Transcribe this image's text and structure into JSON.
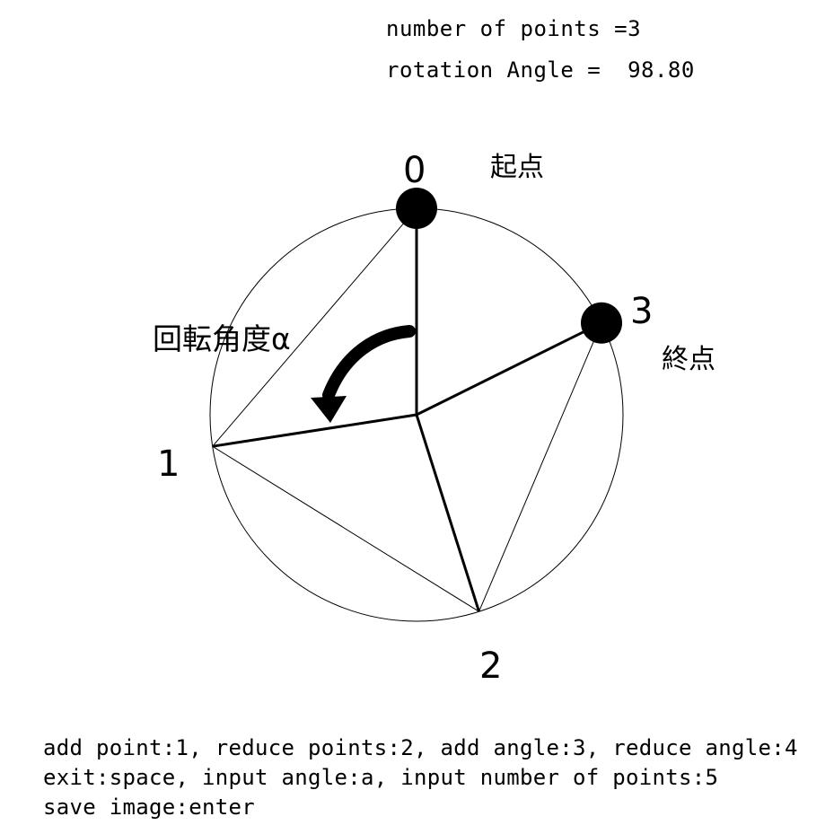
{
  "window": {
    "number_of_points_text": "number of points =3",
    "rotation_angle_text": "rotation Angle =  98.80"
  },
  "diagram": {
    "number_of_points": 3,
    "rotation_angle_deg": 98.8,
    "point_labels": [
      "0",
      "1",
      "2",
      "3"
    ],
    "start_label": "起点",
    "end_label": "終点",
    "rotation_label": "回転角度α"
  },
  "help": {
    "line1": "add point:1, reduce points:2, add angle:3, reduce angle:4",
    "line2": "exit:space, input angle:a, input number of points:5",
    "line3": "save image:enter"
  },
  "colors": {
    "background": "#ffffff",
    "ink": "#000000"
  }
}
